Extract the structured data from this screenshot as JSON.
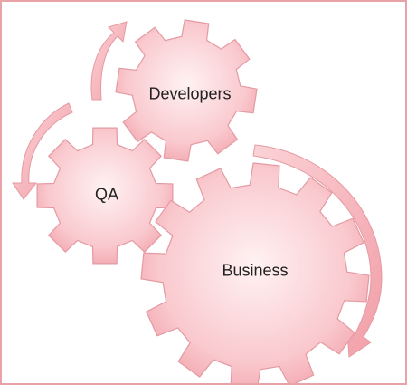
{
  "gears": {
    "developers": {
      "label": "Developers"
    },
    "qa": {
      "label": "QA"
    },
    "business": {
      "label": "Business"
    }
  },
  "colors": {
    "gear_fill_light": "#fde4e6",
    "gear_fill_dark": "#f4a9b0",
    "gear_stroke": "#e49aa2",
    "arrow_fill": "#f7b9bf",
    "border": "#e8a3a8"
  },
  "icons": {
    "arrow_top": "curved-arrow-up-icon",
    "arrow_left": "curved-arrow-down-icon",
    "arrow_right": "curved-arrow-down-icon"
  }
}
